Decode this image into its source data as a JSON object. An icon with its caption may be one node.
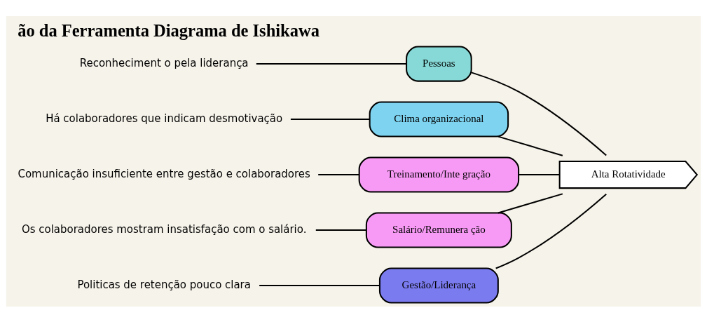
{
  "diagram": {
    "title": "ão da Ferramenta Diagrama de Ishikawa",
    "nodes": [
      {
        "text": [
          "Gestão/Liderança"
        ]
      },
      {
        "text": [
          "Pessoas"
        ]
      },
      {
        "text": [
          "Politicas de retenção pouco clara"
        ]
      },
      {
        "text": [
          "Reconheciment o pela liderança"
        ]
      },
      {
        "text": [
          "Alta Rotatividade"
        ]
      },
      {
        "text": [
          "Há colaboradores que indicam desmotivação"
        ]
      },
      {
        "text": [
          "Comunicação insuficiente entre gestão e colaboradores"
        ]
      },
      {
        "text": [
          "Os colaboradores mostram insatisfação com o salário."
        ]
      },
      {
        "text": [
          "Clima organizacional"
        ]
      },
      {
        "text": [
          "Treinamento/Inte gração"
        ]
      },
      {
        "text": [
          "Salário/Remunera ção"
        ]
      }
    ],
    "edges": [
      {
        "from": 2,
        "to": 0,
        "arrow": "none"
      },
      {
        "from": 3,
        "to": 1,
        "arrow": "none"
      },
      {
        "from": 5,
        "to": 8,
        "arrow": "none"
      },
      {
        "from": 6,
        "to": 9,
        "arrow": "none"
      },
      {
        "from": 7,
        "to": 10,
        "arrow": "none"
      },
      {
        "from": 0,
        "to": 4,
        "arrow": "none"
      },
      {
        "from": 1,
        "to": 4,
        "arrow": "none"
      },
      {
        "from": 8,
        "to": 4,
        "arrow": "none"
      },
      {
        "from": 9,
        "to": 4,
        "arrow": "none"
      },
      {
        "from": 10,
        "to": 4,
        "arrow": "none"
      }
    ]
  }
}
